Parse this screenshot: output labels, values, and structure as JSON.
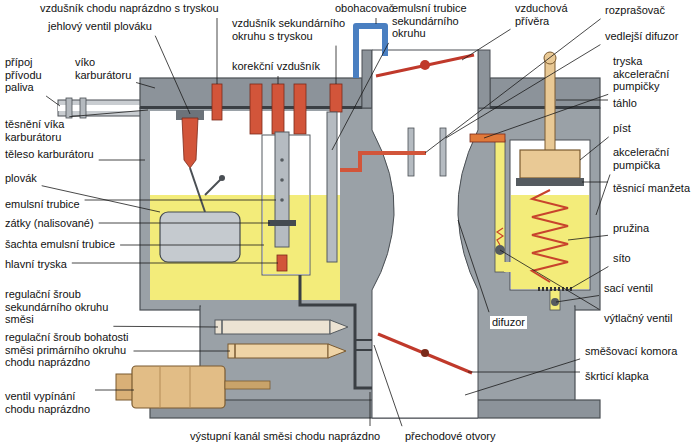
{
  "diagram": {
    "labels": [
      "vzdušník chodu naprázdno s tryskou",
      "jehlový ventil plováku",
      "přípoj přívodu paliva",
      "víko karburátoru",
      "těsnění víka karburátoru",
      "těleso karburátoru",
      "plovák",
      "emulsní trubice",
      "zátky (nalisované)",
      "šachta emulsní trubice",
      "hlavní tryska",
      "regulační šroub sekundárního okruhu směsi",
      "regulační šroub bohatosti směsi primárního okruhu chodu naprázdno",
      "ventil vypínání chodu naprázdno",
      "výstupní kanál směsi chodu naprázdno",
      "přechodové otvory",
      "obohacovač",
      "vzdušník sekundárního okruhu s tryskou",
      "korekční vzdušník",
      "emulsní trubice sekundárního okruhu",
      "vzduchová přívěra",
      "rozprašovač",
      "vedlejší difuzor",
      "tryska akcelerační pumpičky",
      "táhlo",
      "píst",
      "akcelerační pumpička",
      "těsnicí manžeta",
      "pružina",
      "síto",
      "sací ventil",
      "výtlačný ventil",
      "směšovací komora",
      "škrticí klapka",
      "difuzor"
    ]
  }
}
